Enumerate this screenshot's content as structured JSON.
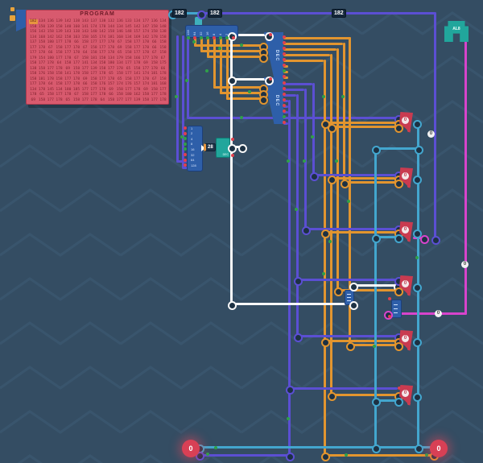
{
  "program": {
    "title": "PROGRAM",
    "current_index": 0,
    "rows": [
      "182 134 136 139 142 138 143 137 138 132 136 133 134 177 136 134",
      "158 150 139 158 140 160 141 174 178 144 134 145 142 147 158 148",
      "156 143 158 139 143 138 143 140 142 158 146 148 157 174 158 138",
      "134 168 142 162 158 163 158 165 174 181 168 134 169 142 178 158",
      "137 158 180 177 178 66 158 177 177 178 67 158 177 178 66 158",
      "177 178 67 158 177 178 67 158 177 178 69 158 177 178 66 158",
      "177 178 66 158 177 178 64 158 177 178 65 158 177 178 67 158",
      "179 154 180 177 178 67 158 181 158 134 179 158 166 177 178 67",
      "158 177 178 64 158 177 141 134 158 180 134 177 178 69 158 175",
      "138 158 177 178 69 158 177 139 158 177 178 65 158 177 178 66",
      "158 176 158 158 141 178 158 177 178 65 158 177 141 174 181 178",
      "158 181 178 158 177 178 69 158 177 178 65 158 177 178 67 158",
      "177 178 64 158 177 178 66 158 176 157 174 176 157 174 181 168",
      "134 178 145 134 180 185 177 177 178 69 158 177 178 69 158 177",
      "178 65 158 177 178 67 158 177 178 66 158 180 162 158 177 178",
      "69 158 177 178 65 158 177 178 64 158 177 177 139 158 177 178"
    ]
  },
  "wire_labels": {
    "cyan": "182",
    "purple_left": "182",
    "purple_right": "182"
  },
  "zero_badges": [
    "0",
    "0",
    "0"
  ],
  "splitter": {
    "bit_labels": [
      "128",
      "64",
      "32",
      "16",
      "8",
      "4",
      "2",
      "1"
    ],
    "bit_states": [
      1,
      0,
      1,
      1,
      0,
      1,
      1,
      0
    ]
  },
  "maker": {
    "bit_labels": [
      "1",
      "2",
      "4",
      "8",
      "16",
      "32",
      "64",
      "128"
    ],
    "bit_states": [
      0,
      0,
      1,
      1,
      1,
      0,
      0,
      0
    ],
    "output_value": "28"
  },
  "decoders": [
    {
      "label": "DEC",
      "active_output": 6
    },
    {
      "label": "DEC",
      "active_output": 6
    }
  ],
  "counter_chip": {
    "label": "DEC"
  },
  "alu": {
    "label": "AL8"
  },
  "register_flags": [
    {
      "value": "0"
    },
    {
      "value": "0"
    },
    {
      "value": "0"
    },
    {
      "value": "0"
    },
    {
      "value": "0"
    },
    {
      "value": "0"
    }
  ],
  "outputs": [
    {
      "value": "0"
    },
    {
      "value": "0"
    }
  ],
  "colors": {
    "background": "#344d63",
    "wave": "#3e5b74",
    "purple": "#5b4fd3",
    "orange": "#e2952f",
    "cyan": "#43a6ce",
    "white": "#f8f8f8",
    "magenta": "#d844cc",
    "teal": "#3fb0bd",
    "red_state": "#e0404e",
    "green_state": "#2fa048",
    "panel": "#d85a6e",
    "chip_blue": "#2e5fa9",
    "component_red": "#c93b50"
  }
}
